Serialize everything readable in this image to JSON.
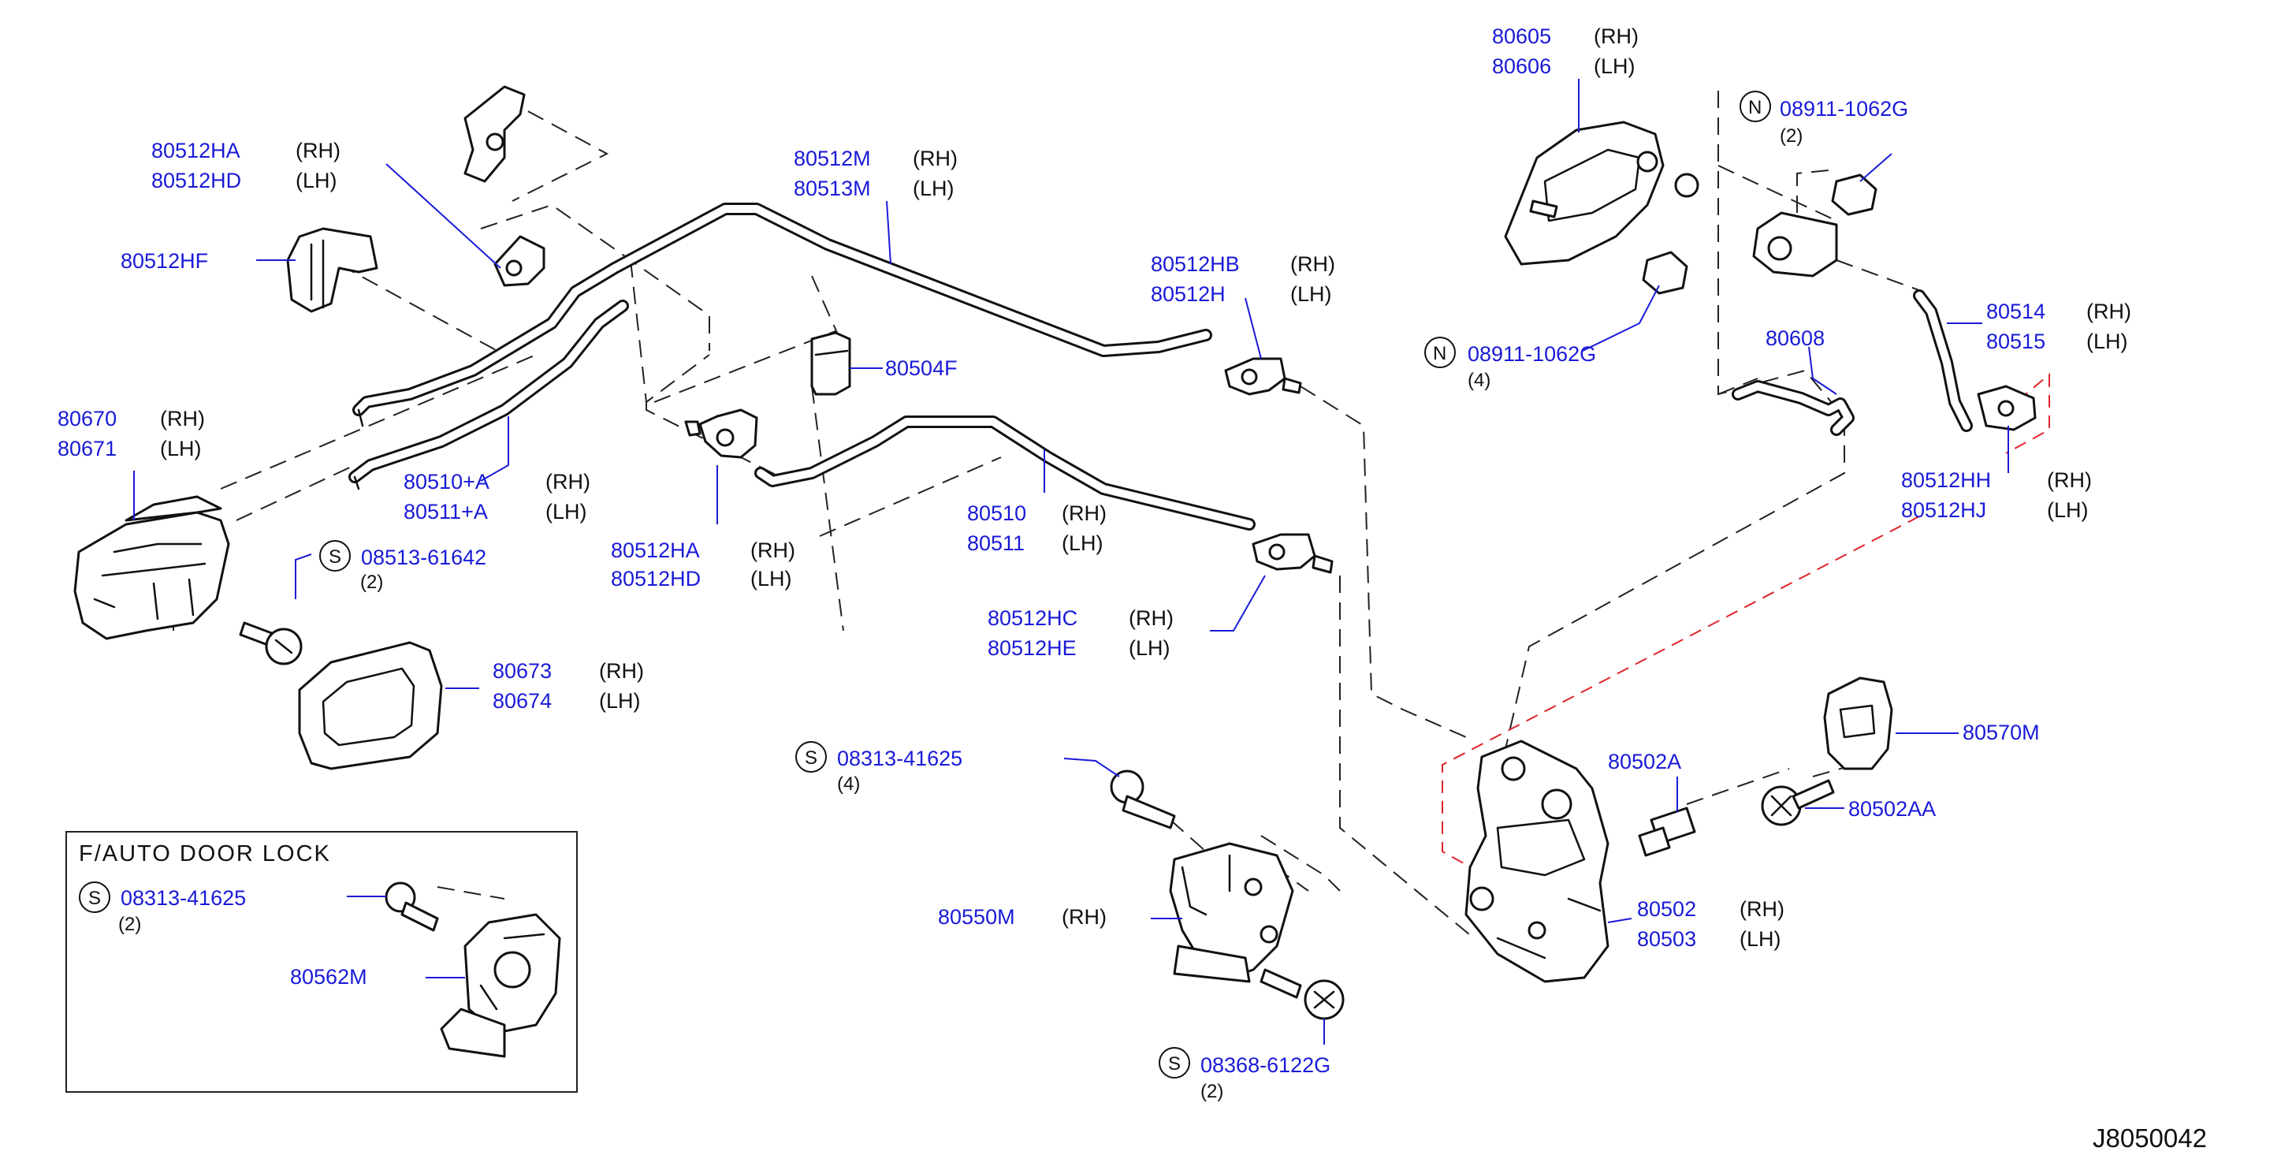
{
  "diagram_code": "J8050042",
  "inset": {
    "title": "F/AUTO  DOOR  LOCK"
  },
  "labels": [
    {
      "id": "l1a",
      "part": "80512HA",
      "side": "(RH)"
    },
    {
      "id": "l1b",
      "part": "80512HD",
      "side": "(LH)"
    },
    {
      "id": "l2",
      "part": "80512HF"
    },
    {
      "id": "l3a",
      "part": "80670",
      "side": "(RH)"
    },
    {
      "id": "l3b",
      "part": "80671",
      "side": "(LH)"
    },
    {
      "id": "l4a",
      "part": "80510+A",
      "side": "(RH)"
    },
    {
      "id": "l4b",
      "part": "80511+A",
      "side": "(LH)"
    },
    {
      "id": "l5",
      "mark": "S",
      "part": "08513-61642",
      "qty": "(2)"
    },
    {
      "id": "l6a",
      "part": "80673",
      "side": "(RH)"
    },
    {
      "id": "l6b",
      "part": "80674",
      "side": "(LH)"
    },
    {
      "id": "l7a",
      "part": "80512M",
      "side": "(RH)"
    },
    {
      "id": "l7b",
      "part": "80513M",
      "side": "(LH)"
    },
    {
      "id": "l8",
      "part": "80504F"
    },
    {
      "id": "l9a",
      "part": "80512HA",
      "side": "(RH)"
    },
    {
      "id": "l9b",
      "part": "80512HD",
      "side": "(LH)"
    },
    {
      "id": "l10a",
      "part": "80512HB",
      "side": "(RH)"
    },
    {
      "id": "l10b",
      "part": "80512H",
      "side": "(LH)"
    },
    {
      "id": "l11a",
      "part": "80510",
      "side": "(RH)"
    },
    {
      "id": "l11b",
      "part": "80511",
      "side": "(LH)"
    },
    {
      "id": "l12a",
      "part": "80512HC",
      "side": "(RH)"
    },
    {
      "id": "l12b",
      "part": "80512HE",
      "side": "(LH)"
    },
    {
      "id": "l13",
      "mark": "S",
      "part": "08313-41625",
      "qty": "(4)"
    },
    {
      "id": "l14",
      "part": "80550M",
      "side": "(RH)"
    },
    {
      "id": "l15",
      "mark": "S",
      "part": "08368-6122G",
      "qty": "(2)"
    },
    {
      "id": "l16a",
      "part": "80605",
      "side": "(RH)"
    },
    {
      "id": "l16b",
      "part": "80606",
      "side": "(LH)"
    },
    {
      "id": "l17",
      "mark": "N",
      "part": "08911-1062G",
      "qty": "(2)"
    },
    {
      "id": "l18",
      "mark": "N",
      "part": "08911-1062G",
      "qty": "(4)"
    },
    {
      "id": "l19",
      "part": "80608"
    },
    {
      "id": "l20a",
      "part": "80514",
      "side": "(RH)"
    },
    {
      "id": "l20b",
      "part": "80515",
      "side": "(LH)"
    },
    {
      "id": "l21a",
      "part": "80512HH",
      "side": "(RH)"
    },
    {
      "id": "l21b",
      "part": "80512HJ",
      "side": "(LH)"
    },
    {
      "id": "l22",
      "part": "80502A"
    },
    {
      "id": "l23",
      "part": "80570M"
    },
    {
      "id": "l24",
      "part": "80502AA"
    },
    {
      "id": "l25a",
      "part": "80502",
      "side": "(RH)"
    },
    {
      "id": "l25b",
      "part": "80503",
      "side": "(LH)"
    },
    {
      "id": "l26",
      "mark": "S",
      "part": "08313-41625",
      "qty": "(2)"
    },
    {
      "id": "l27",
      "part": "80562M"
    }
  ]
}
